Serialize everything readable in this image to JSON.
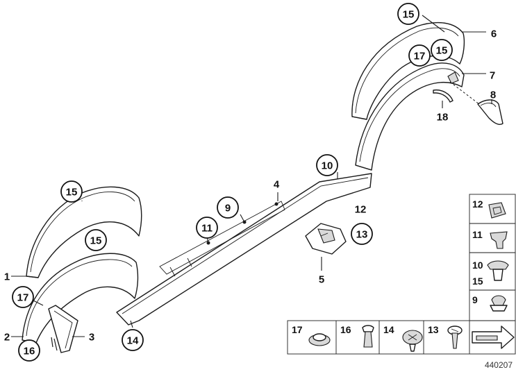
{
  "diagram_id": "440207",
  "callouts": [
    "15",
    "6",
    "15",
    "17",
    "7",
    "8",
    "18",
    "10",
    "4",
    "9",
    "11",
    "12",
    "13",
    "5",
    "15",
    "15",
    "1",
    "17",
    "2",
    "16",
    "3",
    "14"
  ],
  "legend_side": [
    "12",
    "11",
    "10",
    "15",
    "9"
  ],
  "legend_bottom": [
    "17",
    "16",
    "14",
    "13"
  ]
}
